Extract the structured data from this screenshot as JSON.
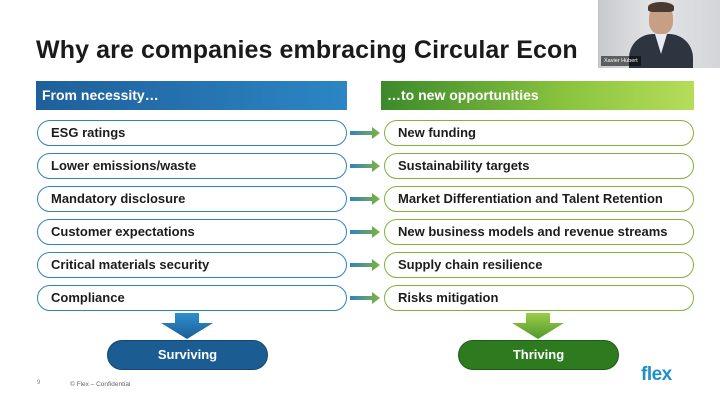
{
  "slide": {
    "title": "Why are companies embracing Circular Econ",
    "left_header": "From necessity…",
    "right_header": "…to new opportunities",
    "left_items": [
      "ESG ratings",
      "Lower emissions/waste",
      "Mandatory disclosure",
      "Customer expectations",
      "Critical materials security",
      "Compliance"
    ],
    "right_items": [
      "New funding",
      "Sustainability targets",
      "Market Differentiation and Talent Retention",
      "New business models and revenue streams",
      "Supply chain resilience",
      "Risks mitigation"
    ],
    "left_outcome": "Surviving",
    "right_outcome": "Thriving",
    "page_number": "9",
    "footer": "© Flex – Confidential",
    "logo": "flex"
  },
  "video": {
    "participant_name": "Xavier Hubert"
  },
  "colors": {
    "blue": "#2f83bf",
    "dark_blue": "#1b5d93",
    "green": "#7fb43a",
    "dark_green": "#2d7a1f"
  }
}
